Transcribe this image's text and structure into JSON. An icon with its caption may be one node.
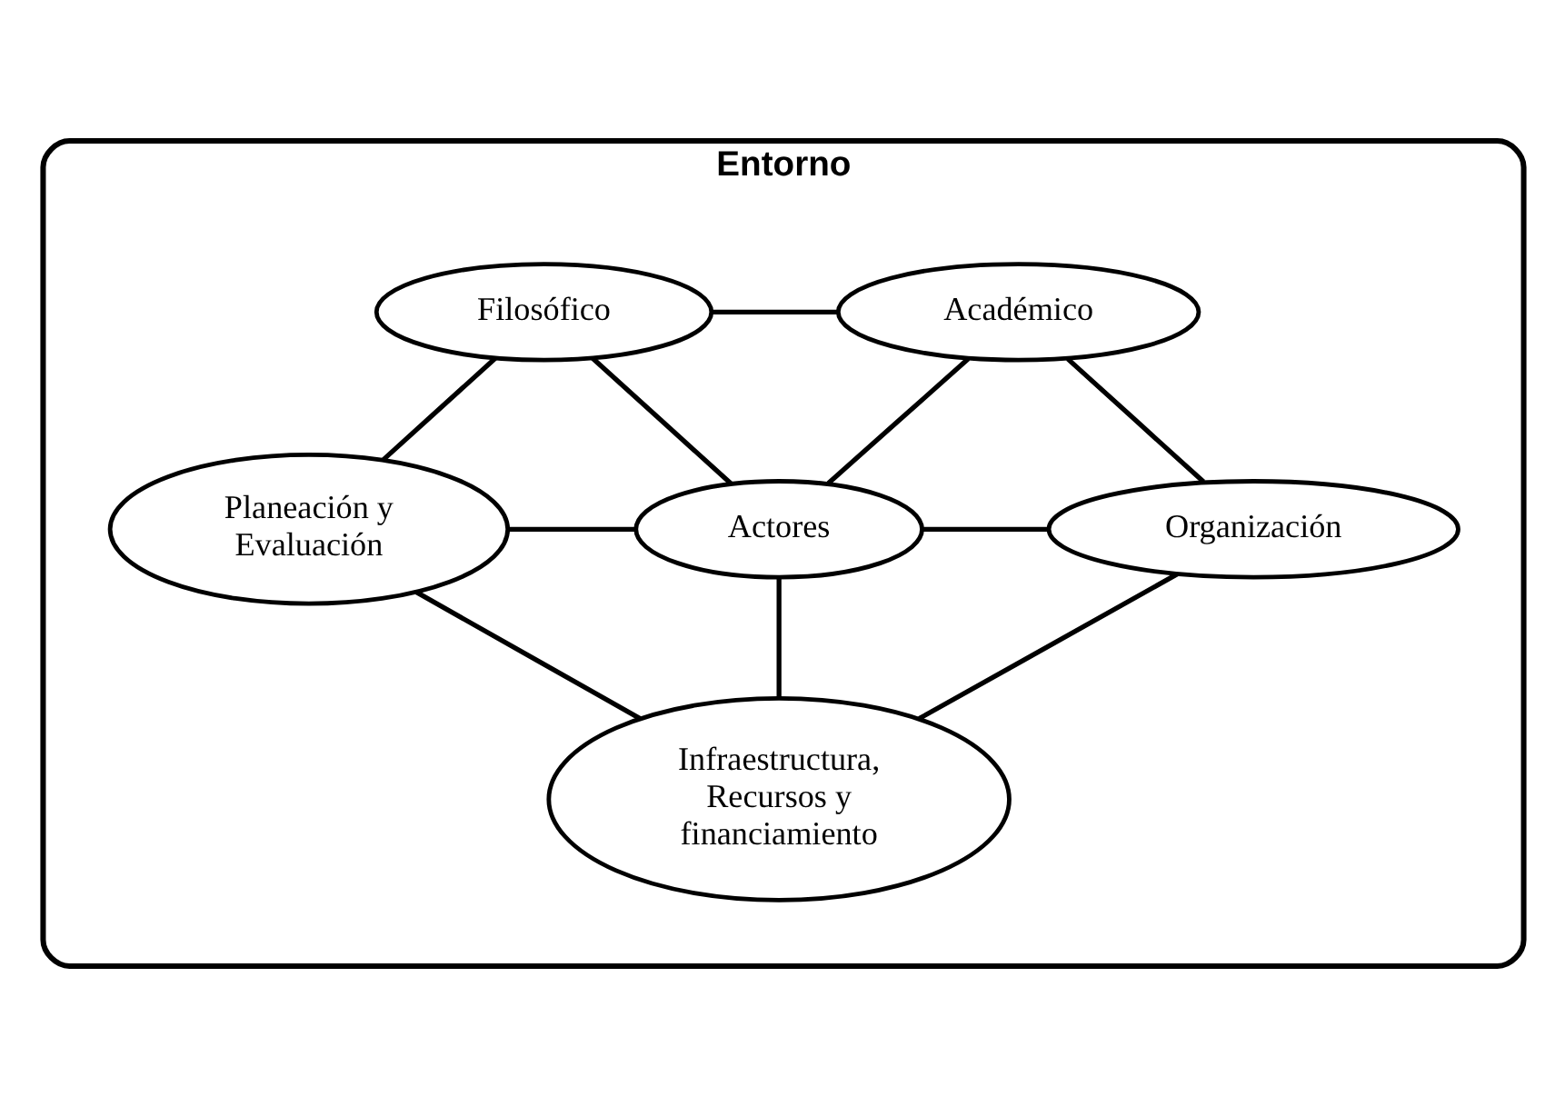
{
  "diagram": {
    "nodes": [
      {
        "text": [
          "Entorno"
        ]
      },
      {
        "text": [
          "Filosófico"
        ],
        "in": 0
      },
      {
        "text": [
          "Académico"
        ],
        "in": 0
      },
      {
        "text": [
          "Planeación y Evaluación"
        ],
        "in": 0
      },
      {
        "text": [
          "Actores"
        ],
        "in": 0
      },
      {
        "text": [
          "Organización"
        ],
        "in": 0
      },
      {
        "text": [
          "Infraestructura, Recursos y financiamiento"
        ],
        "in": 0
      }
    ],
    "edges": [
      {
        "from": 1,
        "to": 2,
        "arrow": "none"
      },
      {
        "from": 1,
        "to": 3,
        "arrow": "none"
      },
      {
        "from": 1,
        "to": 4,
        "arrow": "none"
      },
      {
        "from": 2,
        "to": 4,
        "arrow": "none"
      },
      {
        "from": 2,
        "to": 5,
        "arrow": "none"
      },
      {
        "from": 3,
        "to": 4,
        "arrow": "none"
      },
      {
        "from": 4,
        "to": 5,
        "arrow": "none"
      },
      {
        "from": 4,
        "to": 6,
        "arrow": "none"
      },
      {
        "from": 3,
        "to": 6,
        "arrow": "none"
      },
      {
        "from": 5,
        "to": 6,
        "arrow": "none"
      }
    ]
  }
}
